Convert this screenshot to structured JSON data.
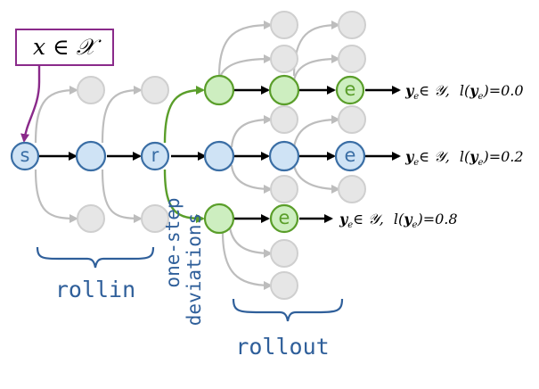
{
  "input_box": {
    "text": "𝑥 ∈ 𝒳"
  },
  "nodes": {
    "start": "s",
    "roll": "r",
    "end": "e"
  },
  "outcomes": {
    "top": {
      "set": "y",
      "sub": "e",
      "member": "∈ 𝒴,",
      "loss_prefix": "l(",
      "loss_var": "y",
      "loss_sub": "e",
      "loss_suffix": ")=0.0"
    },
    "middle": {
      "set": "y",
      "sub": "e",
      "member": "∈ 𝒴,",
      "loss_prefix": "l(",
      "loss_var": "y",
      "loss_sub": "e",
      "loss_suffix": ")=0.2"
    },
    "bottom": {
      "set": "y",
      "sub": "e",
      "member": "∈ 𝒴,",
      "loss_prefix": "l(",
      "loss_var": "y",
      "loss_sub": "e",
      "loss_suffix": ")=0.8"
    }
  },
  "labels": {
    "rollin": "rollin",
    "rollout": "rollout",
    "deviations_line1": "one-step",
    "deviations_line2": "deviations"
  },
  "colors": {
    "blue_fill": "#cfe3f5",
    "blue_stroke": "#3a6ea5",
    "green_fill": "#cdeec0",
    "green_stroke": "#5a9e2a",
    "grey_fill": "#e6e6e6",
    "grey_stroke": "#c8c8c8",
    "purple": "#8a2a8a",
    "label_blue": "#2f5f9a"
  }
}
